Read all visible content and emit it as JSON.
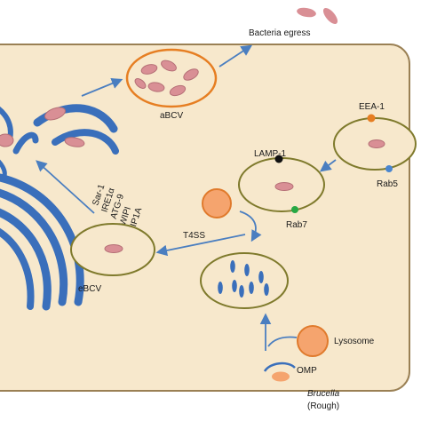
{
  "labels": {
    "bacteria_egress": "Bacteria egress",
    "abcv": "aBCV",
    "ebcv": "eBCV",
    "eea1": "EEA-1",
    "rab5": "Rab5",
    "lamp1": "LAMP-1",
    "rab7": "Rab7",
    "t4ss": "T4SS",
    "lysosome": "Lysosome",
    "omp": "OMP",
    "brucella": "Brucella",
    "rough": "(Rough)"
  },
  "er_factors": [
    "Sar-1",
    "IRE1α",
    "ATG-9",
    "WIPI",
    "YIP1A"
  ],
  "colors": {
    "cell_fill": "#f7e8cc",
    "cell_stroke": "#9a8054",
    "vacuole_stroke": "#7f7a2c",
    "abcv_stroke": "#e67e22",
    "bacterium": "#d98f95",
    "er_blue": "#3a6fbb",
    "arrow": "#4a7ec0",
    "lysosome_fill": "#f5a46e",
    "lysosome_stroke": "#e07a2c",
    "eea1_marker": "#e67e22",
    "rab5_marker": "#4a86cf",
    "lamp1_marker": "#111111",
    "rab7_marker": "#27a844"
  }
}
